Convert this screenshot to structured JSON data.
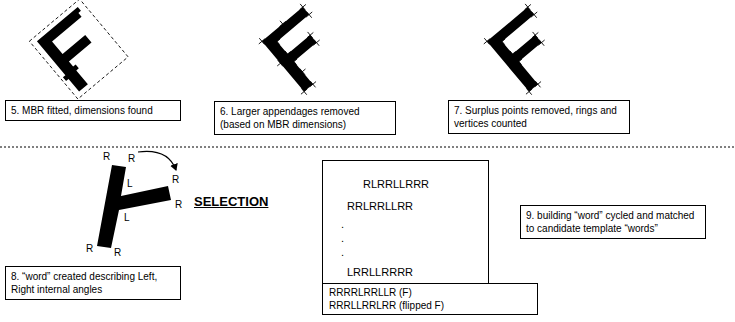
{
  "diagram": {
    "nodes": [
      {
        "text": [
          "5. MBR fitted, dimensions found"
        ]
      },
      {
        "text": [
          "6. Larger appendages removed (based on MBR dimensions)"
        ]
      },
      {
        "text": [
          "7. Surplus points removed, rings and vertices counted"
        ]
      },
      {
        "text": [
          "8. “word” created describing Left, Right internal angles"
        ]
      },
      {
        "text": [
          "RLRRLLRRR",
          "RRLRRLLRR",
          ".",
          ".",
          ".",
          "LRRLLRRRR"
        ]
      },
      {
        "text": [
          "RRRRLRRLLR (F)",
          "RRRLLRRLRR (flipped F)"
        ]
      },
      {
        "text": [
          "9. building “word” cycled and matched to candidate template “words”"
        ]
      }
    ],
    "labels": [
      "R",
      "R",
      "L",
      "R",
      "R",
      "L",
      "R",
      "R",
      "SELECTION"
    ]
  }
}
